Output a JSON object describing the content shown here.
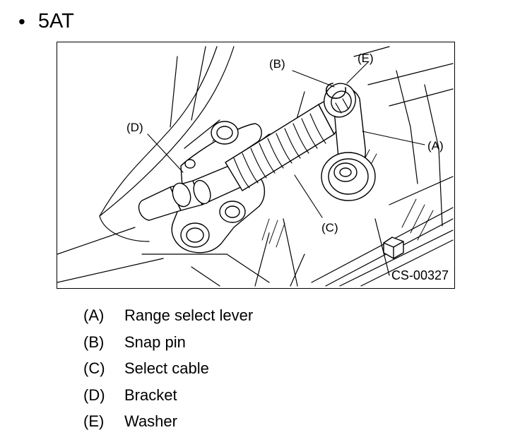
{
  "heading": {
    "bullet": "•",
    "title": "5AT"
  },
  "figure": {
    "figure_id": "CS-00327",
    "callouts": {
      "a": "(A)",
      "b": "(B)",
      "c": "(C)",
      "d": "(D)",
      "e": "(E)"
    }
  },
  "legend": [
    {
      "key": "(A)",
      "label": "Range select lever"
    },
    {
      "key": "(B)",
      "label": "Snap pin"
    },
    {
      "key": "(C)",
      "label": "Select cable"
    },
    {
      "key": "(D)",
      "label": "Bracket"
    },
    {
      "key": "(E)",
      "label": "Washer"
    }
  ]
}
